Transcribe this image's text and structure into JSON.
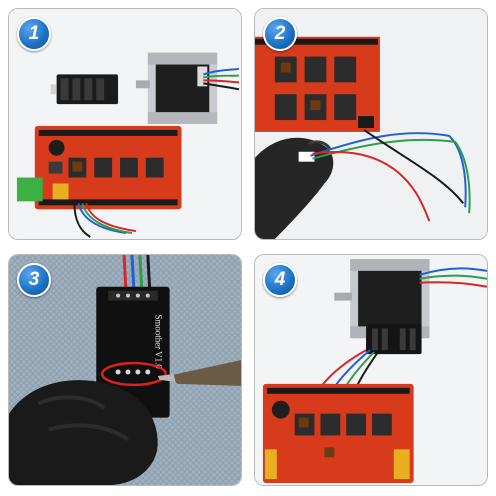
{
  "steps": [
    {
      "number": "1"
    },
    {
      "number": "2"
    },
    {
      "number": "3",
      "board_label": "Smoother V1.0"
    },
    {
      "number": "4"
    }
  ],
  "colors": {
    "badge_blue": "#1b6fc2",
    "board_red": "#d83a1c",
    "wire_blue": "#1f5fd8",
    "wire_green": "#2e9e4a",
    "wire_red": "#d8262a",
    "wire_black": "#1a1a1a",
    "highlight_ring": "#e02020"
  },
  "icons": [
    "step-badge",
    "stepper-motor",
    "smoother-module",
    "ramps-board",
    "glove-hand",
    "wire-bundle",
    "soldering-iron"
  ]
}
